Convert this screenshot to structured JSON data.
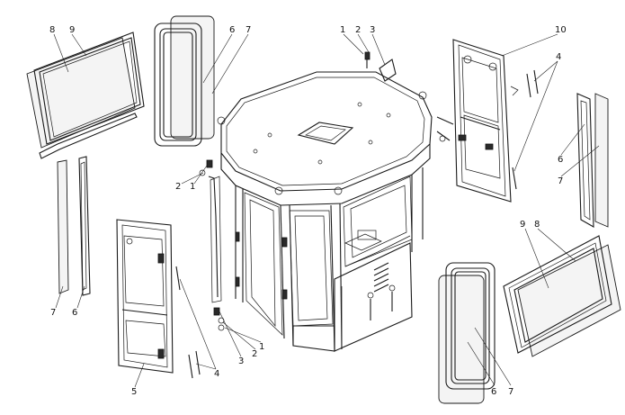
{
  "callouts": {
    "tl_8": "8",
    "tl_9": "9",
    "tm_6": "6",
    "tm_7": "7",
    "top_1": "1",
    "top_2": "2",
    "top_3": "3",
    "tr_10": "10",
    "tr_4": "4",
    "rs_6": "6",
    "rs_7": "7",
    "ml_2": "2",
    "ml_1": "1",
    "ls_7": "7",
    "ls_6": "6",
    "ld_4": "4",
    "ld_5": "5",
    "bot_3": "3",
    "bot_2": "2",
    "bot_1": "1",
    "br_9": "9",
    "br_8": "8",
    "bm_6": "6",
    "bm_7": "7"
  }
}
